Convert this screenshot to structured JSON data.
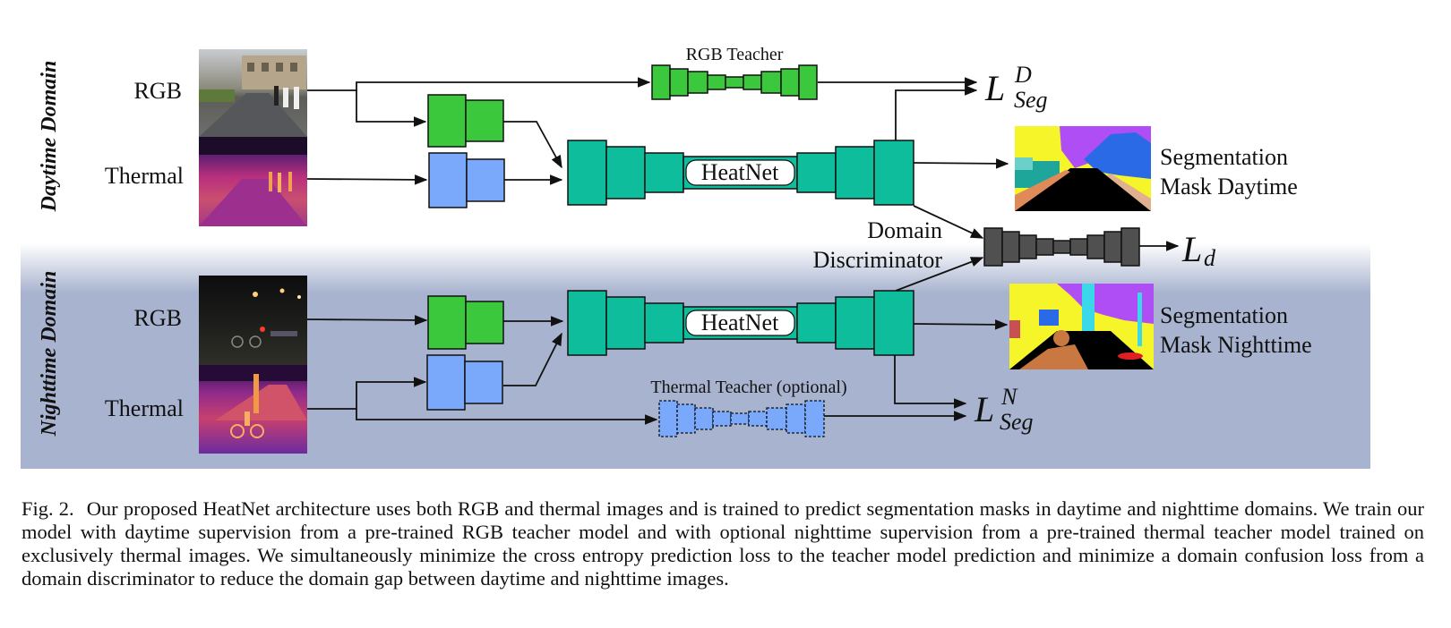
{
  "figure": {
    "day_domain_label": "Daytime Domain",
    "night_domain_label": "Nighttime Domain",
    "day_rgb_label": "RGB",
    "day_thermal_label": "Thermal",
    "night_rgb_label": "RGB",
    "night_thermal_label": "Thermal",
    "rgb_teacher_label": "RGB Teacher",
    "thermal_teacher_label": "Thermal Teacher (optional)",
    "heatnet_label": "HeatNet",
    "discriminator_label_line1": "Domain",
    "discriminator_label_line2": "Discriminator",
    "seg_day_line1": "Segmentation",
    "seg_day_line2": "Mask Daytime",
    "seg_night_line1": "Segmentation",
    "seg_night_line2": "Mask Nighttime",
    "loss_seg_day": {
      "symbol": "L",
      "sub": "Seg",
      "sup": "D"
    },
    "loss_seg_night": {
      "symbol": "L",
      "sub": "Seg",
      "sup": "N"
    },
    "loss_d": {
      "symbol": "L",
      "sub": "d"
    }
  },
  "colors": {
    "rgb_encoder": "#3cc83c",
    "thermal_encoder": "#7aa8fa",
    "heatnet": "#0ebd9b",
    "discriminator": "#505050",
    "night_band": "#a8b3cf"
  },
  "caption": {
    "fig_label": "Fig. 2.",
    "text": "Our proposed HeatNet architecture uses both RGB and thermal images and is trained to predict segmentation masks in daytime and nighttime domains. We train our model with daytime supervision from a pre-trained RGB teacher model and with optional nighttime supervision from a pre-trained thermal teacher model trained on exclusively thermal images. We simultaneously minimize the cross entropy prediction loss to the teacher model prediction and minimize a domain confusion loss from a domain discriminator to reduce the domain gap between daytime and nighttime images."
  }
}
